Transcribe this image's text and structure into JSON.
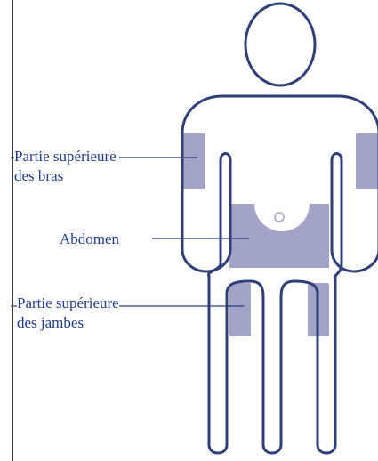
{
  "colors": {
    "outline": "#2f3f78",
    "zone": "#a3a3c8",
    "label_text": "#1f3b8c",
    "margin_rule": "#000000"
  },
  "labels": {
    "upper_arms": {
      "line1": "Partie supérieure",
      "line2": "des bras"
    },
    "abdomen": "Abdomen",
    "upper_legs": {
      "line1": "Partie supérieure",
      "line2": "des jambes"
    }
  }
}
